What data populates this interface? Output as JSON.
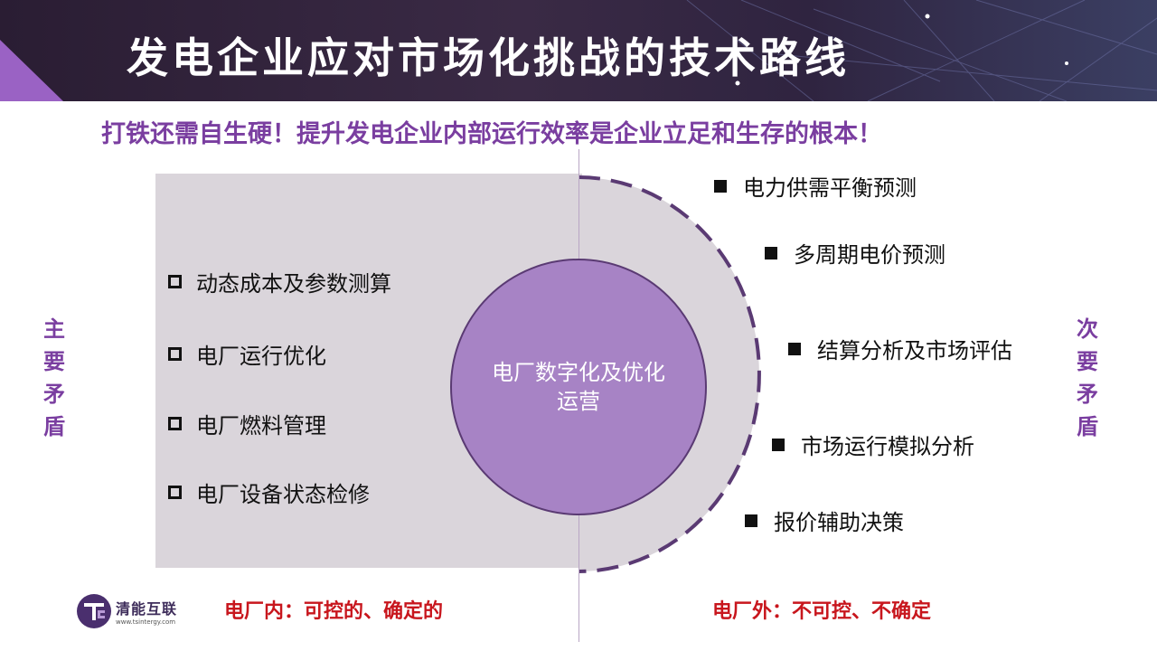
{
  "header": {
    "title": "发电企业应对市场化挑战的技术路线"
  },
  "subtitle": "打铁还需自生硬！提升发电企业内部运行效率是企业立足和生存的根本！",
  "center": {
    "text": "电厂数字化及优化运营"
  },
  "left_items": [
    "动态成本及参数测算",
    "电厂运行优化",
    "电厂燃料管理",
    "电厂设备状态检修"
  ],
  "right_items": [
    "电力供需平衡预测",
    "多周期电价预测",
    "结算分析及市场评估",
    "市场运行模拟分析",
    "报价辅助决策"
  ],
  "side_labels": {
    "left": [
      "主",
      "要",
      "矛",
      "盾"
    ],
    "right": [
      "次",
      "要",
      "矛",
      "盾"
    ]
  },
  "bottom": {
    "inside": "电厂内：可控的、确定的",
    "outside": "电厂外：不可控、不确定"
  },
  "logo": {
    "name": "清能互联",
    "url": "www.tsintergy.com"
  },
  "colors": {
    "accent_purple": "#7a3ea0",
    "circle_fill": "#a783c5",
    "panel_gray": "#dad5db",
    "arc_dash": "#5a3a73",
    "warning_red": "#c8161d"
  }
}
